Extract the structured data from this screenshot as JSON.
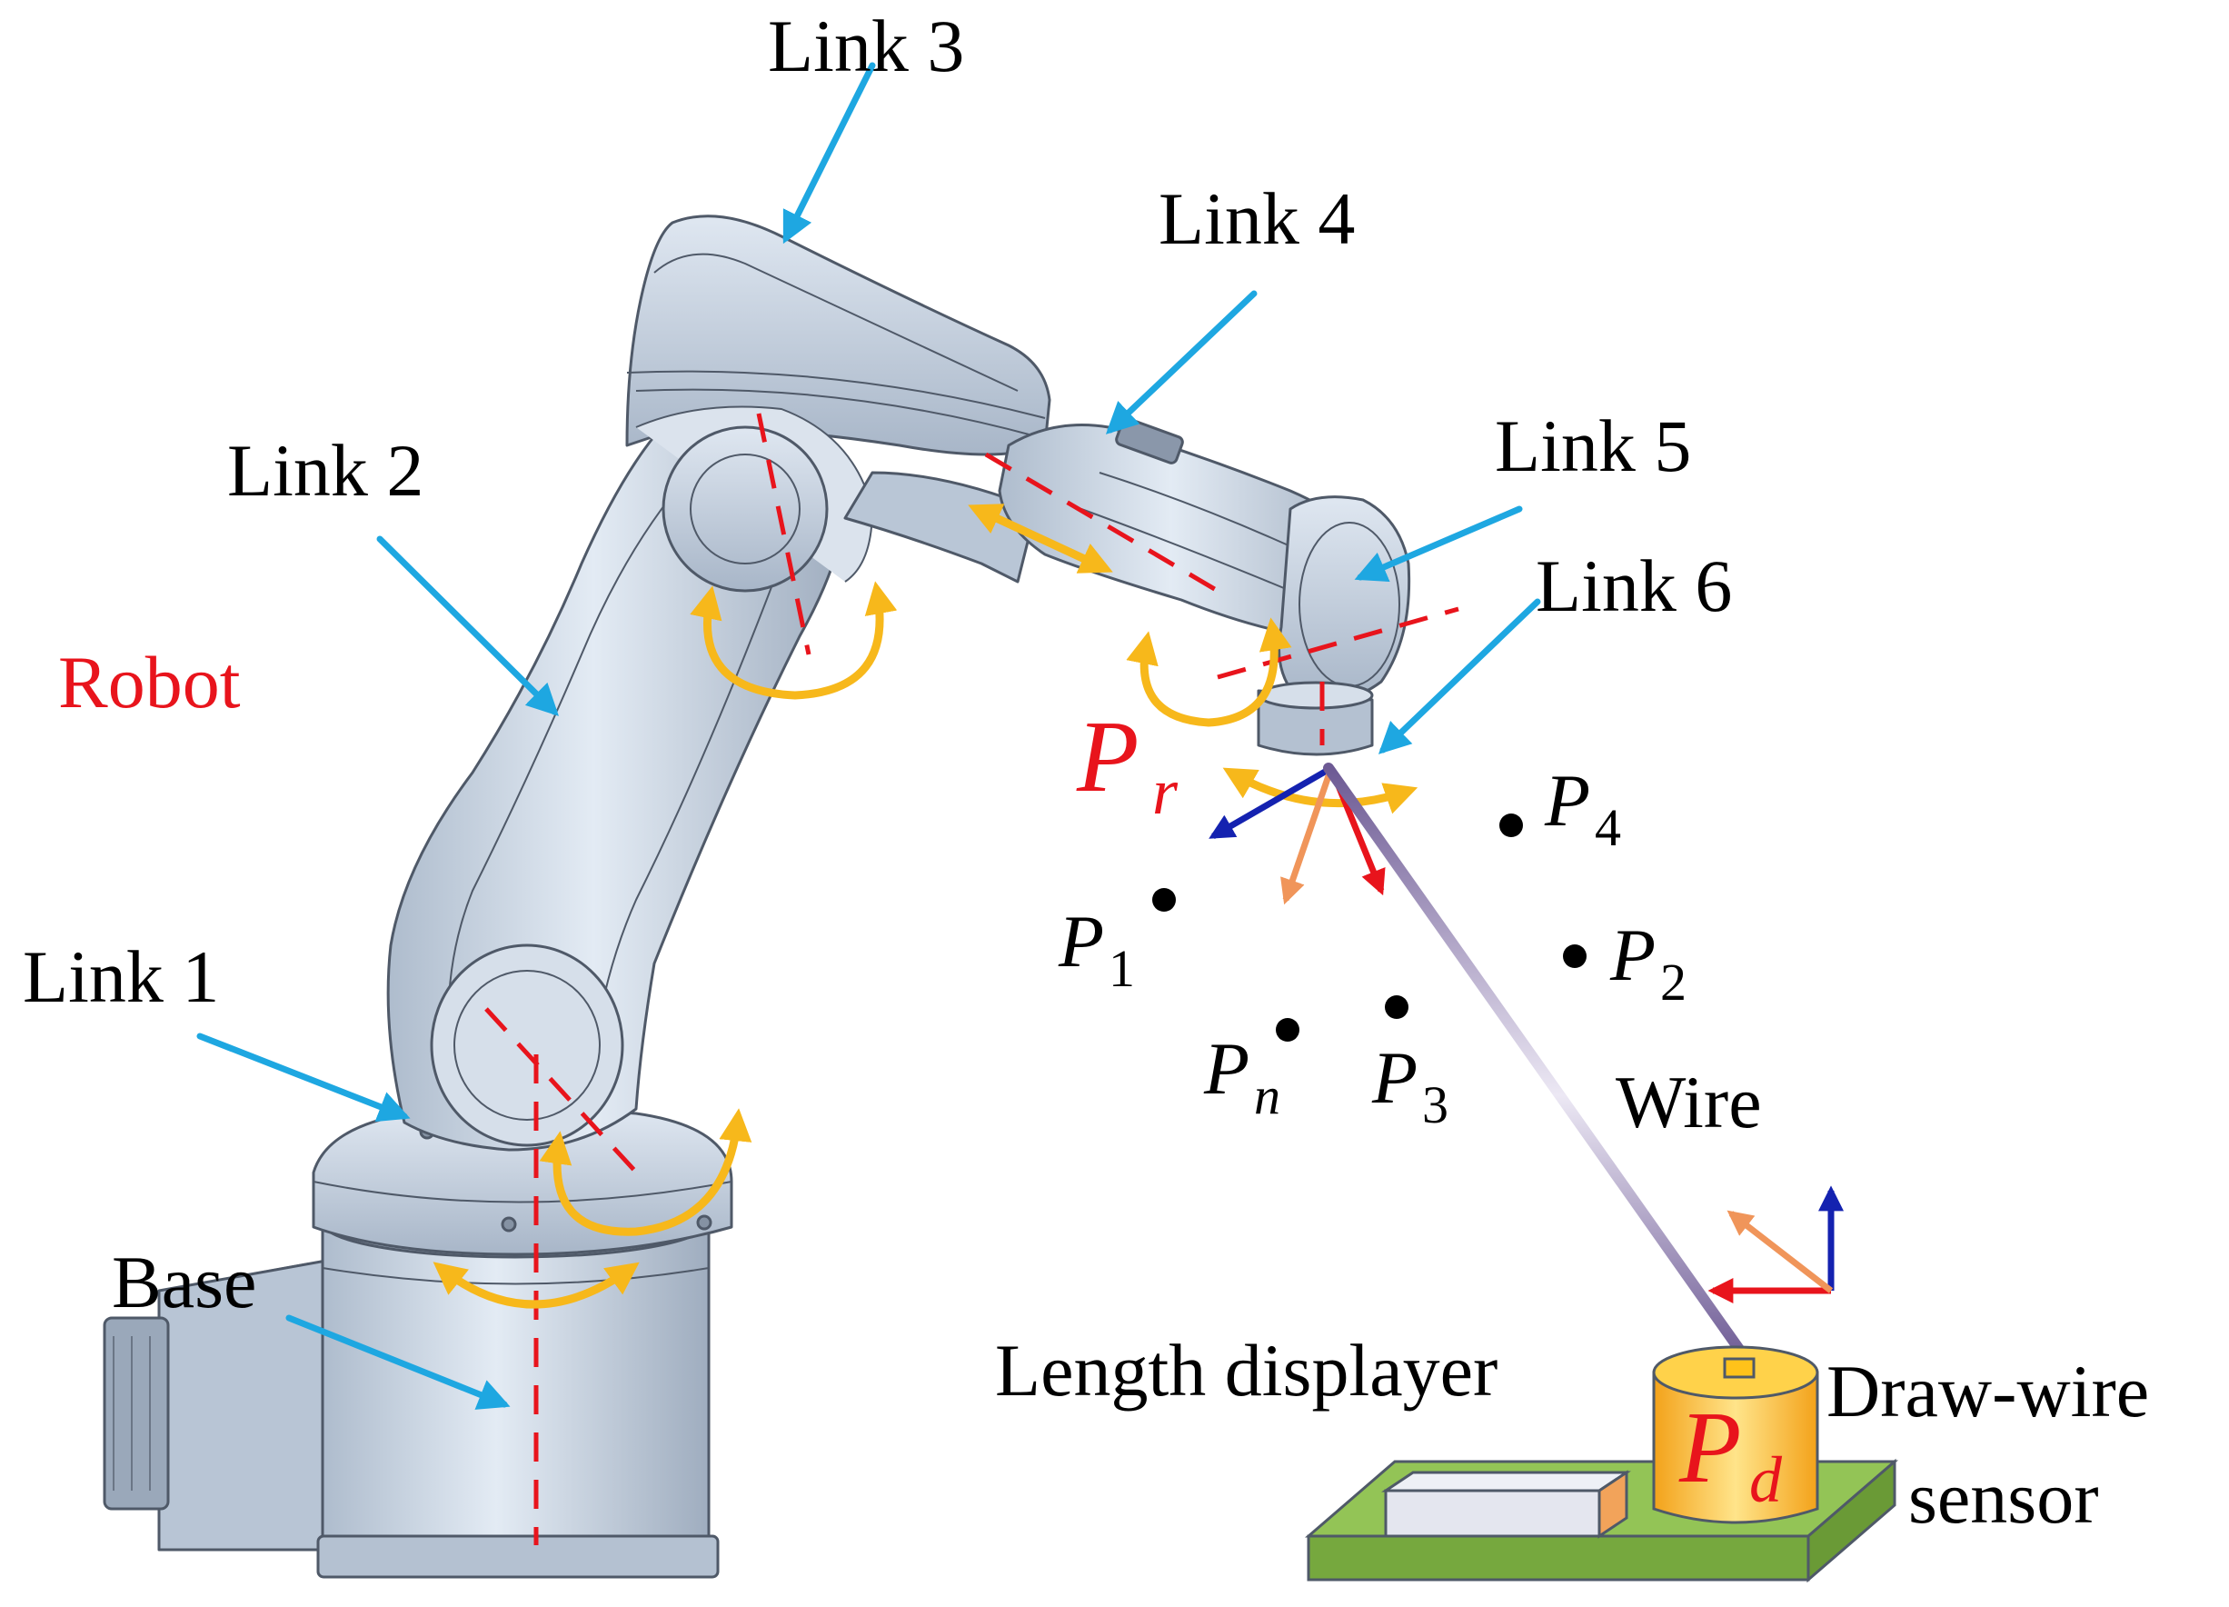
{
  "labels": {
    "link3": "Link 3",
    "link4": "Link 4",
    "link2": "Link 2",
    "link5": "Link 5",
    "link6": "Link 6",
    "robot": "Robot",
    "link1": "Link 1",
    "base": "Base",
    "wire": "Wire",
    "length_displayer": "Length displayer",
    "draw_wire_line1": "Draw-wire",
    "draw_wire_line2": "sensor"
  },
  "points": {
    "pr_main": "P",
    "pr_sub": "r",
    "pd_main": "P",
    "pd_sub": "d",
    "p1_main": "P",
    "p1_sub": "1",
    "p2_main": "P",
    "p2_sub": "2",
    "p3_main": "P",
    "p3_sub": "3",
    "p4_main": "P",
    "p4_sub": "4",
    "pn_main": "P",
    "pn_sub": "n"
  },
  "colors": {
    "pointer_arrow": "#1ea7e1",
    "axis_dashed": "#e8141c",
    "rotation_arrow": "#f7b81b",
    "robot_body": "#c9d4e1",
    "robot_edge": "#4f5968",
    "wire": "#7b6a9e",
    "sensor": "#f7b51d",
    "plate": "#8cc04e",
    "frame_red": "#e8141c",
    "frame_blue": "#1422b0",
    "frame_orange": "#f0955a",
    "highlight_red": "#e8141c"
  }
}
